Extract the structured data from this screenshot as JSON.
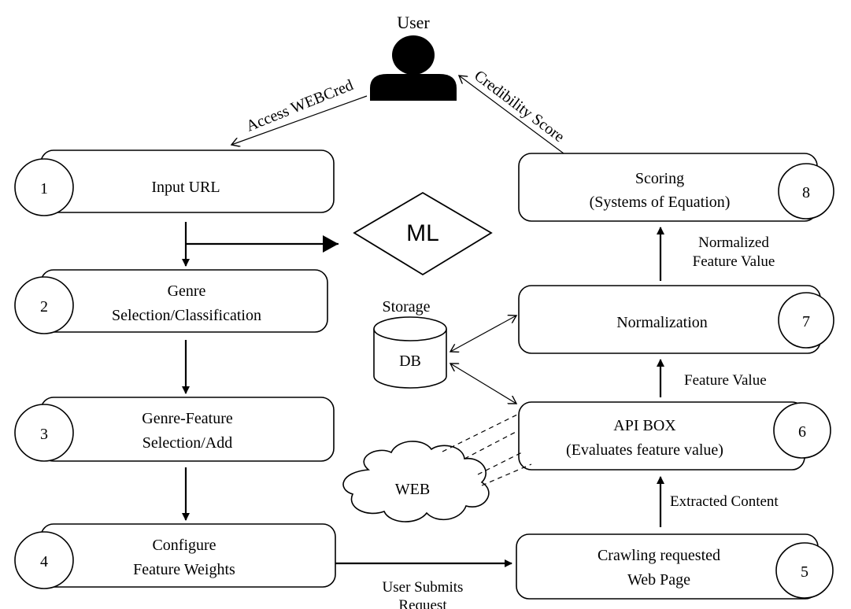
{
  "user": {
    "label": "User"
  },
  "edges": {
    "access": "Access WEBCred",
    "credibility": "Credibility Score",
    "user_submits_line1": "User Submits",
    "user_submits_line2": "Request",
    "extracted_content": "Extracted Content",
    "feature_value": "Feature Value",
    "normalized_line1": "Normalized",
    "normalized_line2": "Feature Value"
  },
  "ml": {
    "label": "ML"
  },
  "storage": {
    "label": "Storage",
    "db_label": "DB"
  },
  "web": {
    "label": "WEB"
  },
  "steps": [
    {
      "number": "1",
      "lines": [
        "Input URL"
      ]
    },
    {
      "number": "2",
      "lines": [
        "Genre",
        "Selection/Classification"
      ]
    },
    {
      "number": "3",
      "lines": [
        "Genre-Feature",
        "Selection/Add"
      ]
    },
    {
      "number": "4",
      "lines": [
        "Configure",
        "Feature Weights"
      ]
    },
    {
      "number": "5",
      "lines": [
        "Crawling requested",
        "Web Page"
      ]
    },
    {
      "number": "6",
      "lines": [
        "API BOX",
        "(Evaluates feature value)"
      ]
    },
    {
      "number": "7",
      "lines": [
        "Normalization"
      ]
    },
    {
      "number": "8",
      "lines": [
        "Scoring",
        "(Systems of Equation)"
      ]
    }
  ]
}
